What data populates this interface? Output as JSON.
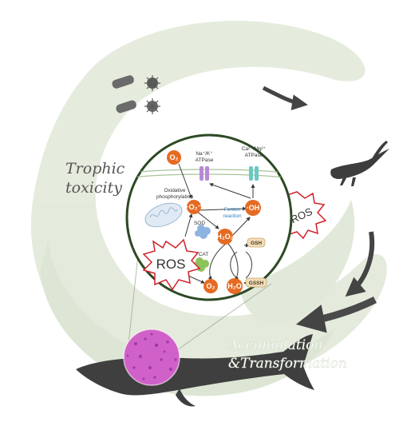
{
  "labels": {
    "trophic_line1": "Trophic",
    "trophic_line2": "toxicity",
    "accum_line1": "Accumulation",
    "accum_line2": "&Transformation",
    "ros_outer": "ROS",
    "ros_cell": "ROS"
  },
  "cell": {
    "o2_top": "O₂",
    "superoxide": "·O₂⁻",
    "hydroxyl": "·OH",
    "h2o2": "H₂O₂",
    "o2_bottom": "O₂",
    "h2o": "H₂O",
    "nak_line1": "Na⁺/K⁺",
    "nak_line2": "ATPase",
    "camg_line1": "Ca²⁺/Mg²⁺",
    "camg_line2": "ATPase",
    "oxphos_line1": "Oxidative",
    "oxphos_line2": "phosphorylation",
    "sod": "SOD",
    "cat": "CAT",
    "fenton_line1": "Fenton",
    "fenton_line2": "reaction",
    "gsh": "GSH",
    "gssh": "GSSH"
  },
  "colors": {
    "wash": "#cfdcc3",
    "cell_border": "#2d4a24",
    "node": "#e56b23",
    "arrow": "#3a3a3a",
    "fenton": "#2f7fc1",
    "box": "#f3ddb8",
    "ros_border": "#d2202a",
    "tissue": "#d061c8"
  }
}
